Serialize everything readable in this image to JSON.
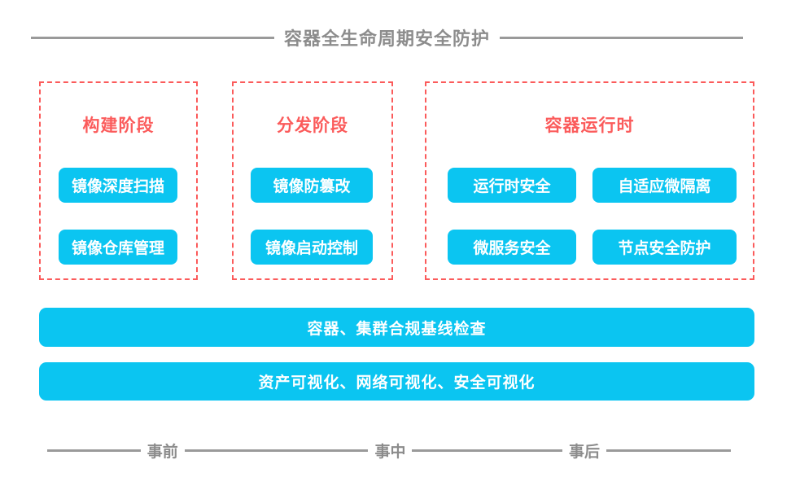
{
  "title": "容器全生命周期安全防护",
  "colors": {
    "accent_cyan": "#0bc5f1",
    "accent_red": "#fb5b5b",
    "gray_text": "#8c8c8c",
    "gray_line": "#9a9a9a"
  },
  "stages": [
    {
      "label": "构建阶段",
      "items": [
        "镜像深度扫描",
        "镜像仓库管理"
      ]
    },
    {
      "label": "分发阶段",
      "items": [
        "镜像防篡改",
        "镜像启动控制"
      ]
    },
    {
      "label": "容器运行时",
      "items": [
        "运行时安全",
        "自适应微隔离",
        "微服务安全",
        "节点安全防护"
      ]
    }
  ],
  "bars": [
    "容器、集群合规基线检查",
    "资产可视化、网络可视化、安全可视化"
  ],
  "timeline": [
    "事前",
    "事中",
    "事后"
  ]
}
